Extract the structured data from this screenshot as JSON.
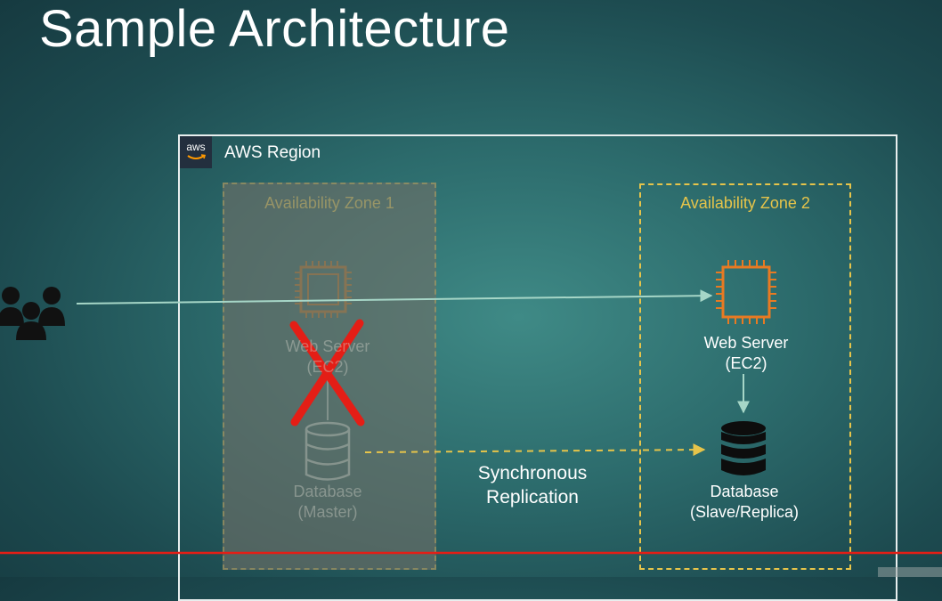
{
  "slide": {
    "title": "Sample Architecture"
  },
  "region": {
    "label": "AWS Region",
    "logo_text": "aws"
  },
  "zones": [
    {
      "label": "Availability Zone 1",
      "state": "failed",
      "web_server": {
        "line1": "Web Server",
        "line2": "(EC2)"
      },
      "database": {
        "line1": "Database",
        "line2": "(Master)"
      }
    },
    {
      "label": "Availability Zone 2",
      "state": "active",
      "web_server": {
        "line1": "Web Server",
        "line2": "(EC2)"
      },
      "database": {
        "line1": "Database",
        "line2": "(Slave/Replica)"
      }
    }
  ],
  "replication": {
    "line1": "Synchronous",
    "line2": "Replication"
  },
  "icons": {
    "users": "users-icon",
    "ec2": "ec2-chip-icon",
    "database": "database-icon",
    "failure": "red-x-mark-icon"
  },
  "colors": {
    "background": "#2c6b6c",
    "ec2_orange": "#e87a22",
    "zone_dash": "#e6c44a",
    "failure_red": "#e41e16",
    "arrow": "#a6d6c7",
    "timeline_red": "#e41e16"
  }
}
